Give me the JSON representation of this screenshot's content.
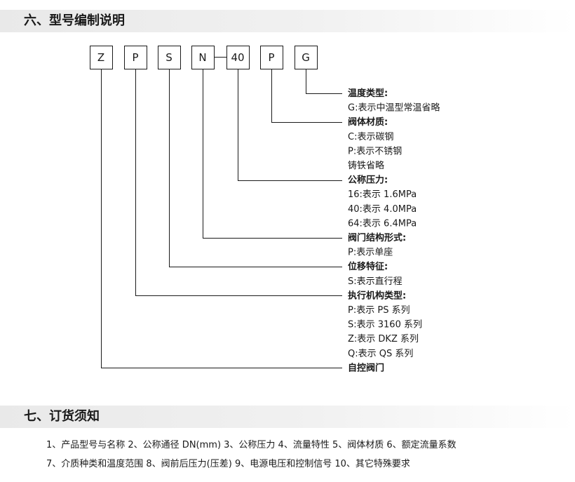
{
  "section6": {
    "title": "六、型号编制说明"
  },
  "code": {
    "boxes": [
      "Z",
      "P",
      "S",
      "N",
      "40",
      "P",
      "G"
    ],
    "dash": "-"
  },
  "groups": [
    {
      "title": "温度类型:",
      "lines": [
        "G:表示中温型常温省略"
      ]
    },
    {
      "title": "阀体材质:",
      "lines": [
        "C:表示碳钢",
        "P:表示不锈钢",
        "铸铁省略"
      ]
    },
    {
      "title": "公称压力:",
      "lines": [
        "16:表示 1.6MPa",
        "40:表示 4.0MPa",
        "64:表示 6.4MPa"
      ]
    },
    {
      "title": "阀门结构形式:",
      "lines": [
        "P:表示单座"
      ]
    },
    {
      "title": "位移特征:",
      "lines": [
        "S:表示直行程"
      ]
    },
    {
      "title": "执行机构类型:",
      "lines": [
        "P:表示 PS 系列",
        "S:表示 3160 系列",
        "Z:表示 DKZ 系列",
        "Q:表示 QS 系列"
      ]
    },
    {
      "title": "自控阀门",
      "lines": []
    }
  ],
  "section7": {
    "title": "七、订货须知",
    "lines": [
      "1、产品型号与名称   2、公称通径 DN(mm)   3、公称压力   4、流量特性   5、阀体材质   6、额定流量系数",
      "7、介质种类和温度范围   8、阀前后压力(压差)   9、电源电压和控制信号   10、其它特殊要求"
    ]
  }
}
